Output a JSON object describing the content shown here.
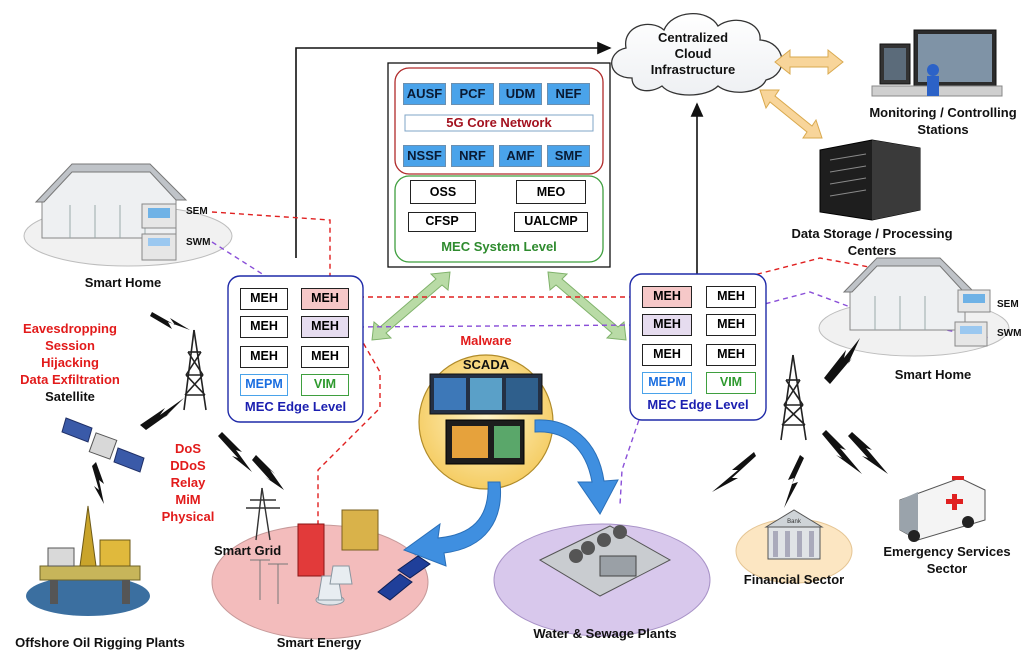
{
  "cloud_label": "Centralized Cloud Infrastructure",
  "monitoring_label": "Monitoring / Controlling Stations",
  "data_storage_label": "Data Storage / Processing Centers",
  "core": {
    "top_functions": [
      "AUSF",
      "PCF",
      "UDM",
      "NEF"
    ],
    "network_label": "5G Core Network",
    "bottom_functions": [
      "NSSF",
      "NRF",
      "AMF",
      "SMF"
    ]
  },
  "mec_system": {
    "oss": "OSS",
    "meo": "MEO",
    "cfsp": "CFSP",
    "ualcmp": "UALCMP",
    "label": "MEC System Level"
  },
  "smart_home_left": {
    "label": "Smart Home",
    "sem": "SEM",
    "swm": "SWM"
  },
  "smart_home_right": {
    "label": "Smart Home",
    "sem": "SEM",
    "swm": "SWM"
  },
  "mec_edge_left": {
    "cells": [
      "MEH",
      "MEH",
      "MEH",
      "MEH",
      "MEH",
      "MEH"
    ],
    "mepm": "MEPM",
    "vim": "VIM",
    "label": "MEC Edge Level"
  },
  "mec_edge_right": {
    "cells": [
      "MEH",
      "MEH",
      "MEH",
      "MEH",
      "MEH",
      "MEH"
    ],
    "mepm": "MEPM",
    "vim": "VIM",
    "label": "MEC Edge Level"
  },
  "attacks_top": [
    "Eavesdropping",
    "Session",
    "Hijacking",
    "Data Exfiltration"
  ],
  "satellite_label": "Satellite",
  "attacks_bottom": [
    "DoS",
    "DDoS",
    "Relay",
    "MiM",
    "Physical"
  ],
  "malware_label": "Malware",
  "scada_label": "SCADA",
  "smart_grid_label": "Smart Grid",
  "smart_energy_label": "Smart Energy",
  "oil_label": "Offshore Oil Rigging Plants",
  "water_label": "Water & Sewage Plants",
  "financial_label": "Financial Sector",
  "bank_sign": "Bank",
  "emergency_label": "Emergency Services Sector",
  "colors": {
    "core_border": "#b02a2a",
    "core_text": "#a3121f",
    "cfn_fill": "#4aa3ea",
    "mec_system_border": "#3f9f3f",
    "mec_system_text": "#2e8b2e",
    "edge_border": "#1f2aa8",
    "edge_text": "#1b1fb0",
    "meh_red_fill": "#f6c8c8",
    "meh_purple_fill": "#e6dcef",
    "red_link": "#e02020",
    "purple_link": "#8a4fd8",
    "attack_text": "#e21b1b",
    "energy_ellipse": "#f3bcbc",
    "water_ellipse": "#d8c8ec",
    "scada_circle": "#f8d77a",
    "financial_ellipse": "#fce6c2",
    "arrow_green": "#b9dba6",
    "arrow_orange": "#f8d59a",
    "arrow_blue": "#3f8fe0"
  }
}
